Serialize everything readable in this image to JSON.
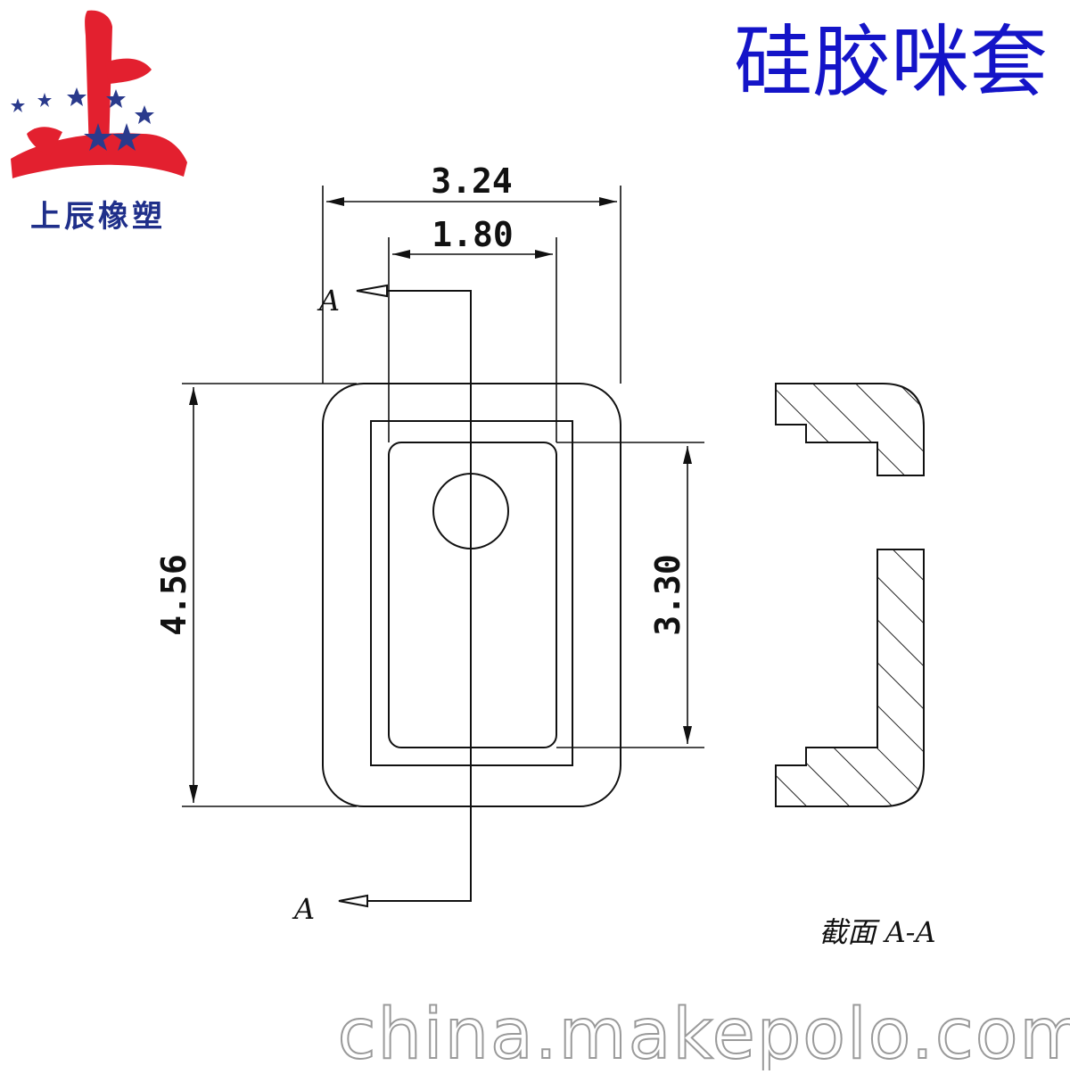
{
  "logo": {
    "caption": "上辰橡塑",
    "glyph": "上",
    "glyph_color": "#e3202f",
    "star_color": "#2a3a8c",
    "caption_color": "#1f2f8a"
  },
  "title": {
    "text": "硅胶咪套",
    "color": "#1414c8"
  },
  "dimensions": {
    "outer_width": "3.24",
    "inner_width": "1.80",
    "outer_height": "4.56",
    "inner_height": "3.30"
  },
  "section": {
    "marker_top": "A",
    "marker_bottom": "A",
    "caption": "截面 A-A"
  },
  "watermark": {
    "text": "china.makepolo.com"
  }
}
